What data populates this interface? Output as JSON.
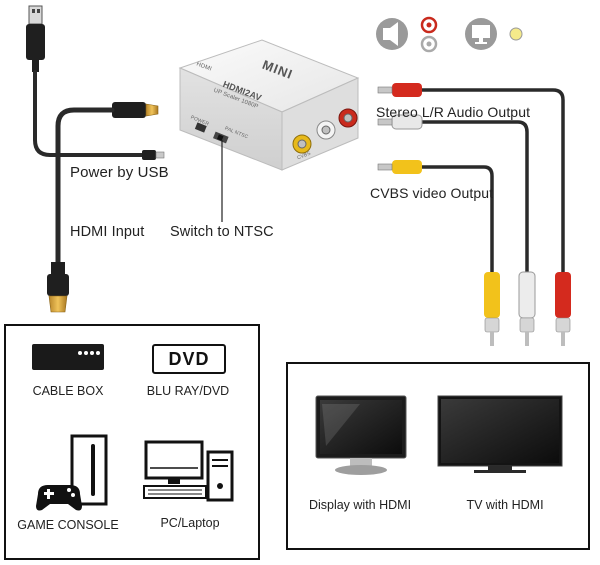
{
  "labels": {
    "stereo_output": "Stereo L/R Audio Output",
    "cvbs_output": "CVBS video Output",
    "power_usb": "Power by USB",
    "hdmi_input": "HDMI Input",
    "switch_ntsc": "Switch to NTSC"
  },
  "device": {
    "brand": "MINI",
    "model": "HDMI2AV",
    "subtitle": "UP Scaler 1080P",
    "side_label": "HDMI",
    "switch_label": "PAL NTSC",
    "power_label": "POWER",
    "output_label": "CVBS"
  },
  "sources": {
    "cable_box": "CABLE BOX",
    "dvd_logo": "DVD",
    "blu_ray": "BLU RAY/DVD",
    "game_console": "GAME CONSOLE",
    "pc": "PC/Laptop"
  },
  "displays": {
    "monitor": "Display with HDMI",
    "tv": "TV with HDMI"
  },
  "colors": {
    "red_plug": "#d42a1e",
    "white_plug": "#e8e8e8",
    "yellow_plug": "#f2c21b",
    "cable": "#2a2a2a",
    "status_yellow": "#f5ea8a"
  }
}
